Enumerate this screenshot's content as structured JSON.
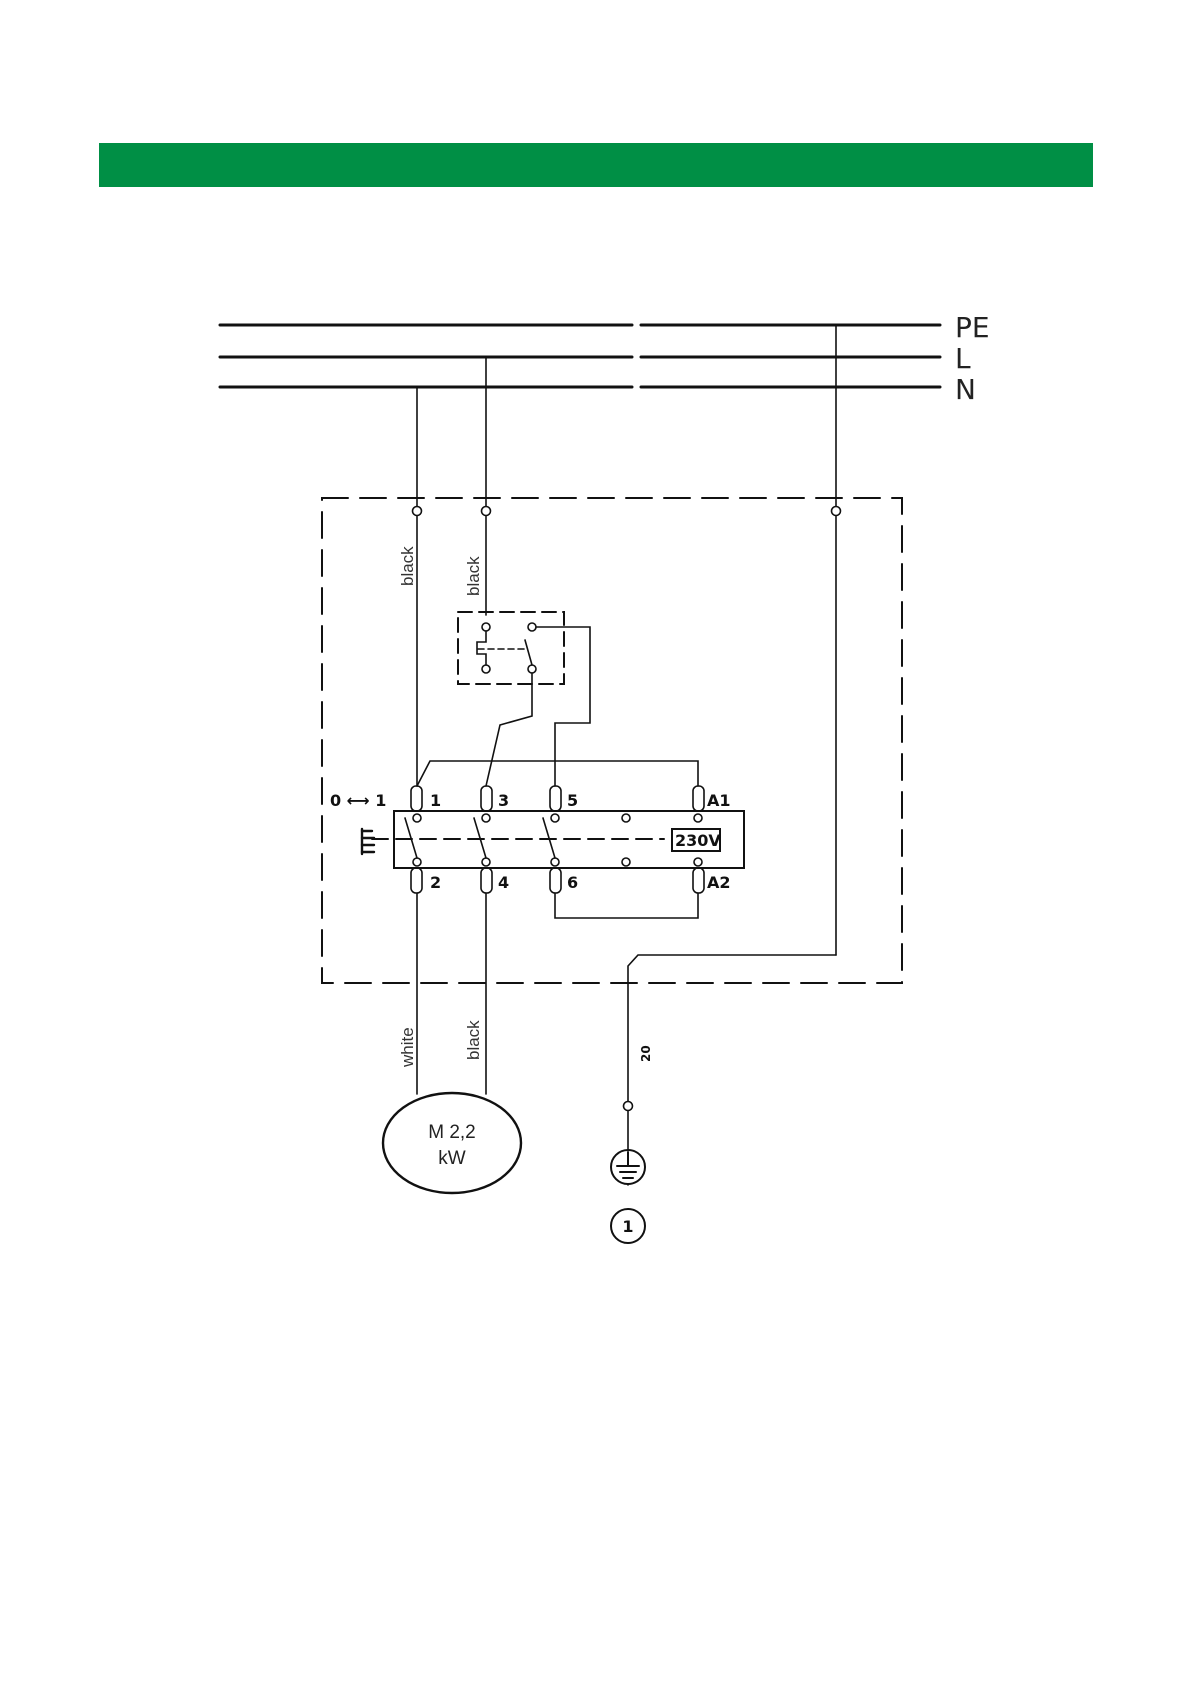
{
  "colors": {
    "banner": "#008f45",
    "ink": "#111111"
  },
  "bus": {
    "pe": "PE",
    "l": "L",
    "n": "N"
  },
  "wires": {
    "w1": "black",
    "w2": "black",
    "w3": "white",
    "w4": "black"
  },
  "switch": {
    "positions": "0 ⟷ 1",
    "t1": "1",
    "t3": "3",
    "t5": "5",
    "a1": "A1",
    "t2": "2",
    "t4": "4",
    "t6": "6",
    "a2": "A2",
    "voltage": "230V"
  },
  "motor": {
    "line1": "M 2,2",
    "line2": "kW"
  },
  "ground": {
    "wire_number": "20",
    "terminal": "1"
  },
  "icons": [
    "ground-icon",
    "push-button-icon"
  ]
}
